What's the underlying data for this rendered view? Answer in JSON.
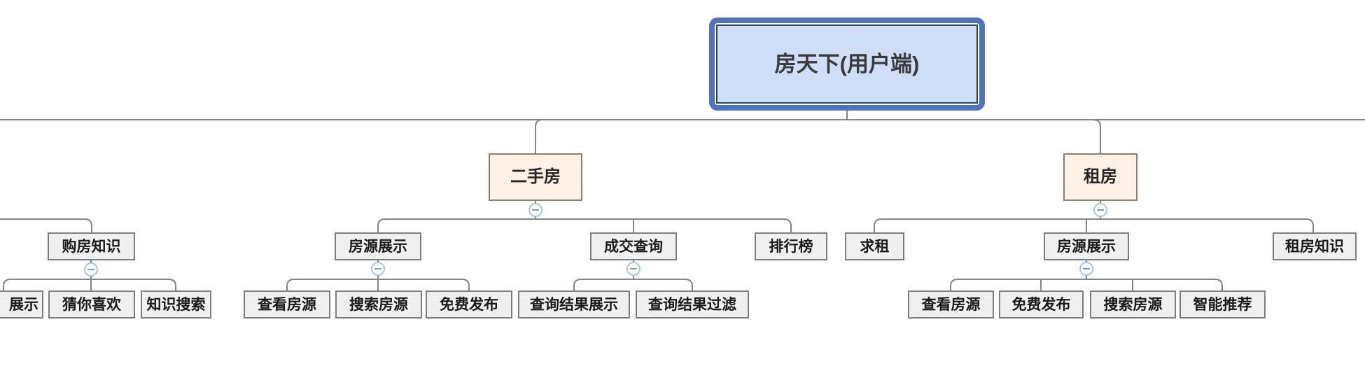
{
  "colors": {
    "root-border": "#4e73bf",
    "root-inner-border": "#27446e",
    "root-fill": "#cfddf6",
    "branch-fill": "#fdf1e6",
    "branch-border": "#8a8173",
    "node-fill": "#f0f0f0",
    "node-border": "#7f7f7f",
    "line": "#848484",
    "collapse-border": "#a9c5e8",
    "collapse-minus": "#7d9cc0"
  },
  "icons": {
    "collapse": "minus-circle"
  },
  "mindmap": {
    "root": {
      "label": "房天下(用户端)"
    },
    "left_branch_offscreen": {
      "buy_knowledge": {
        "label": "购房知识",
        "children": {
          "display_partial": {
            "label": "展示"
          },
          "guess_you_like": {
            "label": "猜你喜欢"
          },
          "knowledge_search": {
            "label": "知识搜索"
          }
        }
      }
    },
    "secondhand": {
      "label": "二手房",
      "children": {
        "listing_display": {
          "label": "房源展示",
          "children": {
            "view_listings": {
              "label": "查看房源"
            },
            "search_listings": {
              "label": "搜索房源"
            },
            "free_publish": {
              "label": "免费发布"
            }
          }
        },
        "deal_query": {
          "label": "成交查询",
          "children": {
            "result_display": {
              "label": "查询结果展示"
            },
            "result_filter": {
              "label": "查询结果过滤"
            }
          }
        },
        "ranking": {
          "label": "排行榜"
        }
      }
    },
    "rent": {
      "label": "租房",
      "children": {
        "seek_rent": {
          "label": "求租"
        },
        "listing_display": {
          "label": "房源展示",
          "children": {
            "view_listings": {
              "label": "查看房源"
            },
            "free_publish": {
              "label": "免费发布"
            },
            "search_listings": {
              "label": "搜索房源"
            },
            "smart_recommend": {
              "label": "智能推荐"
            }
          }
        },
        "rent_knowledge": {
          "label": "租房知识"
        }
      }
    }
  }
}
